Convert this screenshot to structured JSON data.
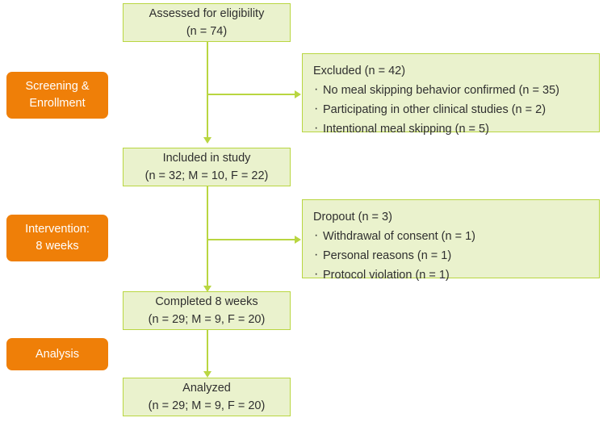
{
  "diagram": {
    "title": "Study participant flow diagram",
    "colors": {
      "box_fill": "#eaf2cd",
      "box_border": "#b9d641",
      "connector": "#b9d641",
      "phase_fill": "#ef7f08",
      "phase_text": "#ffffff",
      "text": "#2f2f2f",
      "background": "#ffffff"
    }
  },
  "phases": [
    {
      "id": "screening",
      "lines": [
        "Screening &",
        "Enrollment"
      ]
    },
    {
      "id": "intervention",
      "lines": [
        "Intervention:",
        "8 weeks"
      ]
    },
    {
      "id": "analysis",
      "lines": [
        "Analysis"
      ]
    }
  ],
  "main_nodes": [
    {
      "id": "assessed",
      "lines": [
        "Assessed for eligibility",
        "(n = 74)"
      ]
    },
    {
      "id": "included",
      "lines": [
        "Included in study",
        "(n = 32; M = 10, F = 22)"
      ]
    },
    {
      "id": "completed",
      "lines": [
        "Completed 8 weeks",
        "(n = 29; M = 9, F = 20)"
      ]
    },
    {
      "id": "analyzed",
      "lines": [
        "Analyzed",
        "(n = 29; M = 9, F = 20)"
      ]
    }
  ],
  "side_nodes": [
    {
      "id": "excluded",
      "heading": "Excluded (n = 42)",
      "items": [
        "No meal skipping behavior confirmed (n = 35)",
        "Participating in other clinical studies (n = 2)",
        "Intentional meal skipping (n = 5)"
      ]
    },
    {
      "id": "dropout",
      "heading": "Dropout (n = 3)",
      "items": [
        "Withdrawal of consent (n = 1)",
        "Personal reasons (n = 1)",
        "Protocol violation (n = 1)"
      ]
    }
  ]
}
